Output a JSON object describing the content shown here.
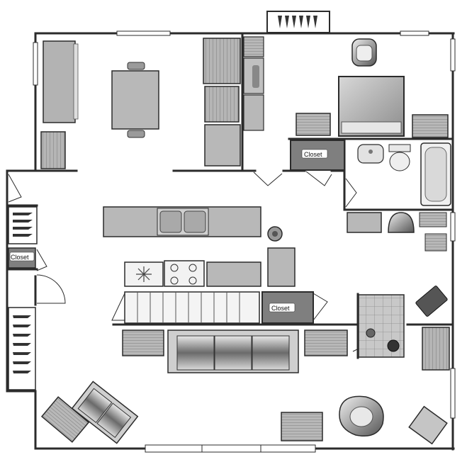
{
  "plan": {
    "rooms": [
      {
        "id": "closet_bedroom",
        "label": "Closet"
      },
      {
        "id": "closet_left",
        "label": "Closet"
      },
      {
        "id": "closet_kitchen",
        "label": "Closet"
      }
    ],
    "colors": {
      "wall": "#2b2b2b",
      "furniture": "#b9b9b9",
      "furniture_dark": "#8a8a8a",
      "closet": "#7f7f7f",
      "background": "#ffffff"
    }
  }
}
